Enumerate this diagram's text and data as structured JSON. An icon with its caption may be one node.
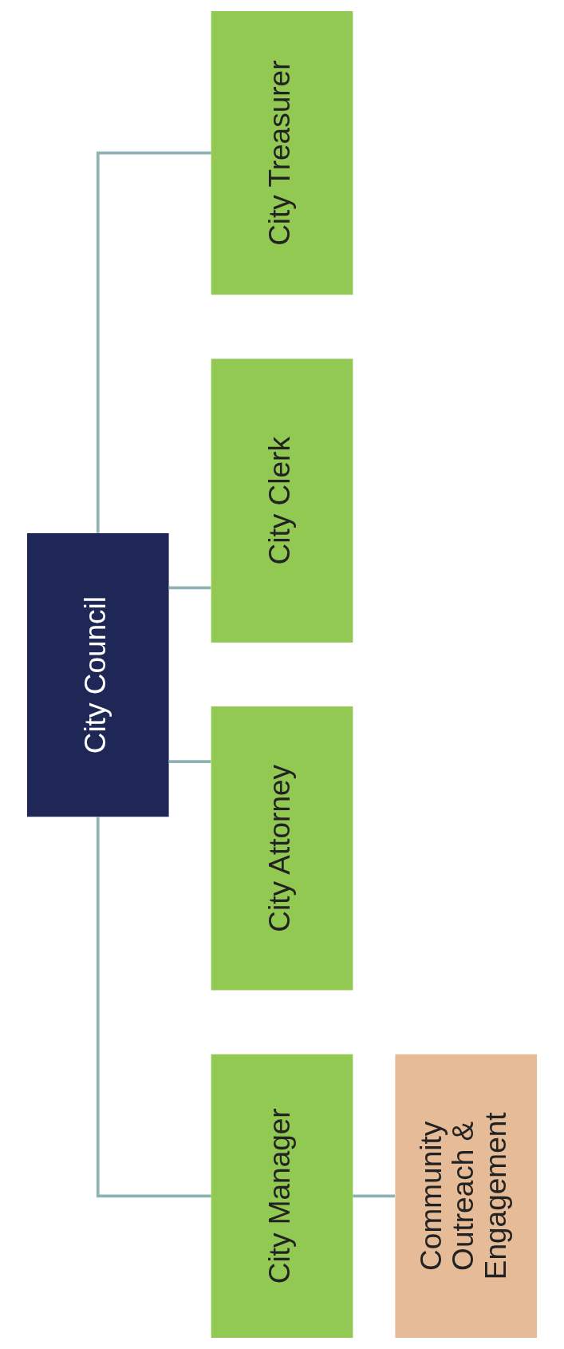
{
  "diagram": {
    "nodes": [
      {
        "text": [
          "City Council"
        ]
      },
      {
        "text": [
          "City Treasurer"
        ]
      },
      {
        "text": [
          "City Clerk"
        ]
      },
      {
        "text": [
          "City Attorney"
        ]
      },
      {
        "text": [
          "City Manager"
        ]
      },
      {
        "text": [
          "Community Outreach & Engagement"
        ]
      }
    ],
    "edges": [
      {
        "from": 0,
        "to": 1,
        "arrow": "none"
      },
      {
        "from": 0,
        "to": 2,
        "arrow": "none"
      },
      {
        "from": 0,
        "to": 3,
        "arrow": "none"
      },
      {
        "from": 0,
        "to": 4,
        "arrow": "none"
      },
      {
        "from": 4,
        "to": 5,
        "arrow": "none"
      }
    ]
  }
}
